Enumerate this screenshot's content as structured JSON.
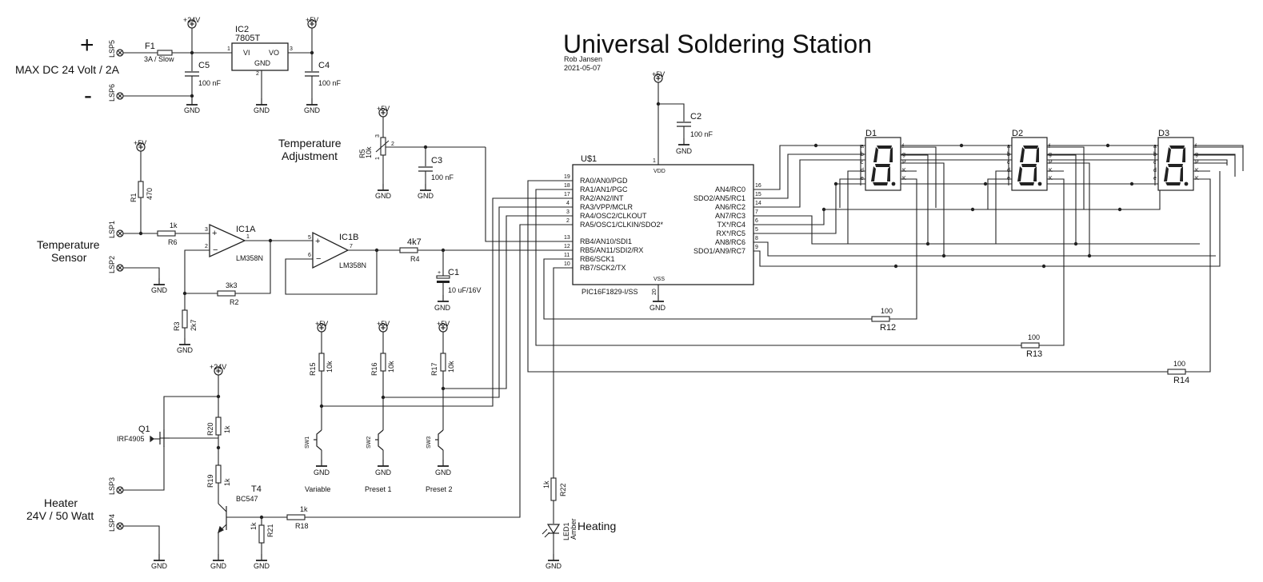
{
  "title": "Universal Soldering Station",
  "author": "Rob Jansen",
  "date": "2021-05-07",
  "power": {
    "plus_sign": "+",
    "minus_sign": "-",
    "max_label": "MAX DC 24 Volt / 2A",
    "lsp5": "LSP5",
    "lsp6": "LSP6",
    "fuse_name": "F1",
    "fuse_value": "3A / Slow",
    "c5_name": "C5",
    "c5_value": "100 nF",
    "ic2_name": "IC2",
    "ic2_value": "7805T",
    "ic2_vi": "VI",
    "ic2_vo": "VO",
    "ic2_gnd": "GND",
    "pin1": "1",
    "pin2": "2",
    "pin3": "3",
    "c4_name": "C4",
    "c4_value": "100 nF"
  },
  "rails": {
    "v24": "+24V",
    "v5": "+5V",
    "gnd": "GND"
  },
  "sensor": {
    "label_line1": "Temperature",
    "label_line2": "Sensor",
    "lsp1": "LSP1",
    "lsp2": "LSP2",
    "r1_name": "R1",
    "r1_value": "470",
    "r6_name": "R6",
    "r6_value": "1k",
    "r2_name": "R2",
    "r2_value": "3k3",
    "r3_name": "R3",
    "r3_value": "2k7",
    "ic1a_name": "IC1A",
    "ic1a_value": "LM358N",
    "ic1b_name": "IC1B",
    "ic1b_value": "LM358N",
    "pin3": "3",
    "pin2": "2",
    "pin1": "1",
    "pin5": "5",
    "pin6": "6",
    "pin7": "7",
    "r4_name": "R4",
    "r4_value": "4k7",
    "c1_name": "C1",
    "c1_value": "10 uF/16V"
  },
  "adjust": {
    "label_line1": "Temperature",
    "label_line2": "Adjustment",
    "r5_name": "R5",
    "r5_value": "10k",
    "c3_name": "C3",
    "c3_value": "100 nF",
    "pin1": "1",
    "pin2": "2",
    "pin3": "3"
  },
  "mcu": {
    "name": "U$1",
    "part": "PIC16F1829-I/SS",
    "vdd": "VDD",
    "vss": "VSS",
    "pin_vdd": "1",
    "pin_vss": "20",
    "c2_name": "C2",
    "c2_value": "100 nF",
    "left_pins": [
      {
        "num": "19",
        "name": "RA0/AN0/PGD"
      },
      {
        "num": "18",
        "name": "RA1/AN1/PGC"
      },
      {
        "num": "17",
        "name": "RA2/AN2/INT"
      },
      {
        "num": "4",
        "name": "RA3/VPP/MCLR"
      },
      {
        "num": "3",
        "name": "RA4/OSC2/CLKOUT"
      },
      {
        "num": "2",
        "name": "RA5/OSC1/CLKIN/SDO2*"
      },
      {
        "num": "13",
        "name": "RB4/AN10/SDI1"
      },
      {
        "num": "12",
        "name": "RB5/AN11/SDI2/RX"
      },
      {
        "num": "11",
        "name": "RB6/SCK1"
      },
      {
        "num": "10",
        "name": "RB7/SCK2/TX"
      }
    ],
    "right_pins": [
      {
        "num": "16",
        "name": "AN4/RC0"
      },
      {
        "num": "15",
        "name": "SDO2/AN5/RC1"
      },
      {
        "num": "14",
        "name": "AN6/RC2"
      },
      {
        "num": "7",
        "name": "AN7/RC3"
      },
      {
        "num": "6",
        "name": "TX*/RC4"
      },
      {
        "num": "5",
        "name": "RX*/RC5"
      },
      {
        "num": "8",
        "name": "AN8/RC6"
      },
      {
        "num": "9",
        "name": "SDO1/AN9/RC7"
      }
    ]
  },
  "displays": {
    "names": [
      "D1",
      "D2",
      "D3"
    ],
    "left_pins": [
      "a",
      "b",
      "c",
      "d",
      "e"
    ],
    "right_pins": [
      "f",
      "g",
      "P",
      "K",
      "K"
    ]
  },
  "digit_resistors": {
    "r12_name": "R12",
    "r12_value": "100",
    "r13_name": "R13",
    "r13_value": "100",
    "r14_name": "R14",
    "r14_value": "100"
  },
  "buttons": {
    "r15_name": "R15",
    "r16_name": "R16",
    "r17_name": "R17",
    "pullup_value": "10k",
    "sw1": "SW1",
    "sw2": "SW2",
    "sw3": "SW3",
    "variable": "Variable",
    "preset1": "Preset 1",
    "preset2": "Preset 2"
  },
  "heater": {
    "label_line1": "Heater",
    "label_line2": "24V / 50 Watt",
    "lsp3": "LSP3",
    "lsp4": "LSP4",
    "q1_name": "Q1",
    "q1_value": "IRF4905",
    "r20_name": "R20",
    "r20_value": "1k",
    "r19_name": "R19",
    "r19_value": "1k",
    "t4_name": "T4",
    "t4_value": "BC547",
    "r21_name": "R21",
    "r21_value": "1k",
    "r18_name": "R18",
    "r18_value": "1k"
  },
  "led": {
    "r22_name": "R22",
    "r22_value": "1k",
    "led_name": "LED1",
    "led_value": "Amber",
    "label": "Heating"
  }
}
